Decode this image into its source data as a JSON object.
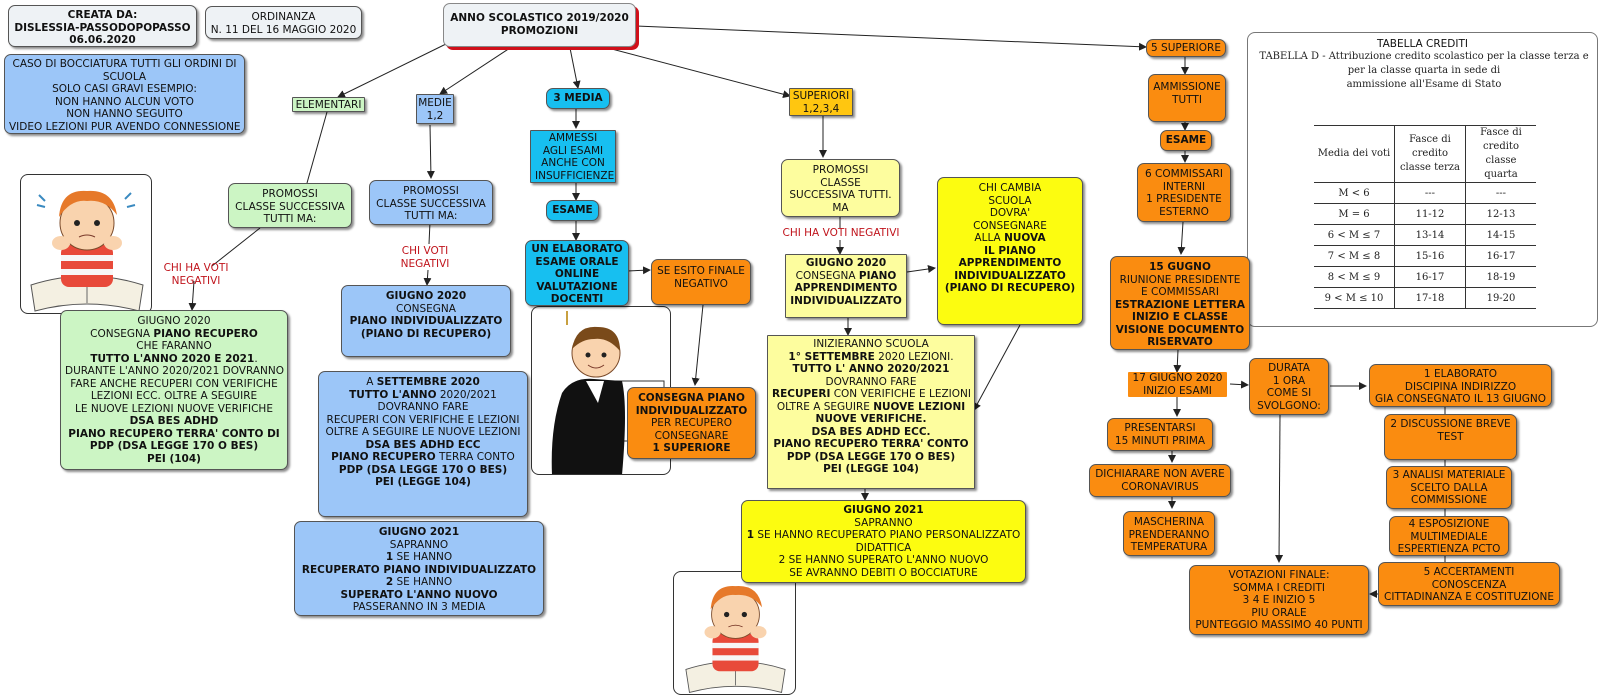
{
  "colors": {
    "green": "#ccf5c4",
    "blue": "#9cc6f8",
    "cyan": "#17bff0",
    "light_yellow": "#fdfd9e",
    "yellow": "#fcfc10",
    "gold": "#ffc610",
    "orange": "#fa8c10",
    "label_red": "#c0141c",
    "root_border": "#d0101a"
  },
  "header": {
    "creata": [
      "CREATA DA:",
      "DISLESSIA-PASSODOPOPASSO",
      "06.06.2020"
    ],
    "ordinanza": [
      "ORDINANZA",
      "N. 11 DEL 16 MAGGIO 2020"
    ],
    "root": [
      "ANNO SCOLASTICO 2019/2020",
      "PROMOZIONI"
    ]
  },
  "bocciatura": [
    "CASO DI BOCCIATURA TUTTI GLI ORDINI DI",
    "SCUOLA",
    "SOLO CASI GRAVI ESEMPIO:",
    "NON HANNO ALCUN VOTO",
    "NON HANNO SEGUITO",
    "VIDEO LEZIONI PUR AVENDO CONNESSIONE"
  ],
  "elementari": {
    "title": "ELEMENTARI",
    "promossi": [
      "PROMOSSI",
      "CLASSE SUCCESSIVA",
      "TUTTI MA:"
    ],
    "label": [
      "CHI HA VOTI",
      "NEGATIVI"
    ],
    "giugno": [
      [
        {
          "t": "GIUGNO 2020"
        }
      ],
      [
        {
          "t": "CONSEGNA "
        },
        {
          "t": "PIANO RECUPERO",
          "b": true
        }
      ],
      [
        {
          "t": "CHE FARANNO"
        }
      ],
      [
        {
          "t": "TUTTO L'ANNO 2020 E 2021",
          "b": true
        },
        {
          "t": "."
        }
      ],
      [
        {
          "t": "DURANTE L'ANNO 2020/2021 DOVRANNO"
        }
      ],
      [
        {
          "t": "FARE ANCHE RECUPERI CON VERIFICHE"
        }
      ],
      [
        {
          "t": "LEZIONI ECC. OLTRE A SEGUIRE"
        }
      ],
      [
        {
          "t": "LE NUOVE LEZIONI NUOVE VERIFICHE"
        }
      ],
      [
        {
          "t": "DSA BES ADHD",
          "b": true
        }
      ],
      [
        {
          "t": "PIANO RECUPERO TERRA' CONTO DI",
          "b": true
        }
      ],
      [
        {
          "t": "PDP (DSA LEGGE 170 O BES)",
          "b": true
        }
      ],
      [
        {
          "t": "PEI (104)",
          "b": true
        }
      ]
    ]
  },
  "medie": {
    "title": [
      "MEDIE",
      "1,2"
    ],
    "promossi": [
      "PROMOSSI",
      "CLASSE SUCCESSIVA",
      "TUTTI MA:"
    ],
    "label": [
      "CHI VOTI",
      "NEGATIVI"
    ],
    "giugno2020": [
      [
        {
          "t": "GIUGNO 2020",
          "b": true
        }
      ],
      [
        {
          "t": "CONSEGNA"
        }
      ],
      [
        {
          "t": "PIANO INDIVIDUALIZZATO",
          "b": true
        }
      ],
      [
        {
          "t": "(PIANO DI RECUPERO)",
          "b": true
        }
      ]
    ],
    "settembre": [
      [
        {
          "t": "A "
        },
        {
          "t": "SETTEMBRE 2020",
          "b": true
        }
      ],
      [
        {
          "t": "TUTTO L'ANNO",
          "b": true
        },
        {
          "t": " 2020/2021"
        }
      ],
      [
        {
          "t": "DOVRANNO FARE"
        }
      ],
      [
        {
          "t": "RECUPERI CON VERIFICHE E LEZIONI"
        }
      ],
      [
        {
          "t": "OLTRE A SEGUIRE LE NUOVE LEZIONI"
        }
      ],
      [
        {
          "t": " "
        }
      ],
      [
        {
          "t": "DSA BES ADHD ECC",
          "b": true
        }
      ],
      [
        {
          "t": "PIANO RECUPERO",
          "b": true
        },
        {
          "t": " TERRA CONTO"
        }
      ],
      [
        {
          "t": "PDP (DSA LEGGE 170 O BES)",
          "b": true
        }
      ],
      [
        {
          "t": "PEI (LEGGE 104)",
          "b": true
        }
      ]
    ],
    "giugno2021": [
      [
        {
          "t": "GIUGNO 2021",
          "b": true
        }
      ],
      [
        {
          "t": "SAPRANNO"
        }
      ],
      [
        {
          "t": "1",
          "b": true
        },
        {
          "t": " SE HANNO"
        }
      ],
      [
        {
          "t": "RECUPERATO PIANO INDIVIDUALIZZATO",
          "b": true
        }
      ],
      [
        {
          "t": "2",
          "b": true
        },
        {
          "t": " SE HANNO"
        }
      ],
      [
        {
          "t": "SUPERATO L'ANNO NUOVO",
          "b": true
        }
      ],
      [
        {
          "t": "PASSERANNO IN 3 MEDIA"
        }
      ]
    ]
  },
  "terza": {
    "title": "3 MEDIA",
    "ammessi": [
      "AMMESSI",
      "AGLI ESAMI",
      "ANCHE CON",
      "INSUFFICIENZE"
    ],
    "esame": "ESAME",
    "elaborato": [
      "UN ELABORATO",
      "ESAME ORALE",
      "ONLINE",
      "VALUTAZIONE",
      "DOCENTI"
    ],
    "esito": [
      "SE ESITO FINALE",
      "NEGATIVO"
    ],
    "consegna": [
      [
        {
          "t": "CONSEGNA PIANO",
          "b": true
        }
      ],
      [
        {
          "t": "INDIVIDUALIZZATO",
          "b": true
        }
      ],
      [
        {
          "t": "PER RECUPERO"
        }
      ],
      [
        {
          "t": "CONSEGNARE"
        }
      ],
      [
        {
          "t": "1 SUPERIORE",
          "b": true
        }
      ]
    ]
  },
  "superiori": {
    "title": [
      "SUPERIORI",
      "1,2,3,4"
    ],
    "promossi": [
      "PROMOSSI",
      "CLASSE",
      "SUCCESSIVA TUTTI.",
      "MA"
    ],
    "label": "CHI HA VOTI NEGATIVI",
    "giugno2020": [
      [
        {
          "t": "GIUGNO 2020",
          "b": true
        }
      ],
      [
        {
          "t": "CONSEGNA "
        },
        {
          "t": "PIANO",
          "b": true
        }
      ],
      [
        {
          "t": "APPRENDIMENTO",
          "b": true
        }
      ],
      [
        {
          "t": "INDIVIDUALIZZATO",
          "b": true
        }
      ]
    ],
    "cambia": [
      [
        {
          "t": "CHI CAMBIA"
        }
      ],
      [
        {
          "t": "SCUOLA"
        }
      ],
      [
        {
          "t": "DOVRA'"
        }
      ],
      [
        {
          "t": "CONSEGNARE"
        }
      ],
      [
        {
          "t": "ALLA "
        },
        {
          "t": "NUOVA",
          "b": true
        }
      ],
      [
        {
          "t": "IL PIANO",
          "b": true
        }
      ],
      [
        {
          "t": "APPRENDIMENTO",
          "b": true
        }
      ],
      [
        {
          "t": "INDIVIDUALIZZATO",
          "b": true
        }
      ],
      [
        {
          "t": "(PIANO DI RECUPERO)",
          "b": true
        }
      ]
    ],
    "inizieranno": [
      [
        {
          "t": "INIZIERANNO SCUOLA"
        }
      ],
      [
        {
          "t": "1° SETTEMBRE",
          "b": true
        },
        {
          "t": " 2020 LEZIONI."
        }
      ],
      [
        {
          "t": "TUTTO L' ANNO 2020/2021",
          "b": true
        }
      ],
      [
        {
          "t": "DOVRANNO FARE"
        }
      ],
      [
        {
          "t": "RECUPERI",
          "b": true
        },
        {
          "t": " CON VERIFICHE E LEZIONI"
        }
      ],
      [
        {
          "t": "OLTRE A SEGUIRE "
        },
        {
          "t": "NUOVE LEZIONI",
          "b": true
        }
      ],
      [
        {
          "t": "NUOVE VERIFICHE.",
          "b": true
        }
      ],
      [
        {
          "t": " "
        }
      ],
      [
        {
          "t": "DSA BES ADHD ECC.",
          "b": true
        }
      ],
      [
        {
          "t": "PIANO RECUPERO TERRA' CONTO",
          "b": true
        }
      ],
      [
        {
          "t": "PDP (DSA LEGGE 170 O BES)",
          "b": true
        }
      ],
      [
        {
          "t": "PEI (LEGGE 104)",
          "b": true
        }
      ]
    ],
    "giugno2021": [
      [
        {
          "t": "GIUGNO 2021",
          "b": true
        }
      ],
      [
        {
          "t": "SAPRANNO"
        }
      ],
      [
        {
          "t": "1",
          "b": true
        },
        {
          "t": " SE HANNO RECUPERATO PIANO PERSONALIZZATO"
        }
      ],
      [
        {
          "t": "DIDATTICA"
        }
      ],
      [
        {
          "t": "2 SE HANNO SUPERATO L'ANNO NUOVO"
        }
      ],
      [
        {
          "t": "SE AVRANNO DEBITI O BOCCIATURE"
        }
      ]
    ]
  },
  "quinta": {
    "title": "5 SUPERIORE",
    "ammissione": [
      "AMMISSIONE",
      "TUTTI"
    ],
    "esame": "ESAME",
    "commissari": [
      "6 COMMISSARI",
      "INTERNI",
      "1 PRESIDENTE",
      "ESTERNO"
    ],
    "giugno15": [
      [
        {
          "t": "15 GUGNO",
          "b": true
        }
      ],
      [
        {
          "t": "RIUNIONE PRESIDENTE"
        }
      ],
      [
        {
          "t": "E COMMISSARI"
        }
      ],
      [
        {
          "t": "ESTRAZIONE LETTERA",
          "b": true
        }
      ],
      [
        {
          "t": "INIZIO E CLASSE",
          "b": true
        }
      ],
      [
        {
          "t": "VISIONE DOCUMENTO",
          "b": true
        }
      ],
      [
        {
          "t": "RISERVATO",
          "b": true
        }
      ]
    ],
    "inizio": [
      "17 GIUGNO 2020",
      "INIZIO ESAMI"
    ],
    "presentarsi": [
      "PRESENTARSI",
      "15 MINUTI PRIMA"
    ],
    "dichiarare": [
      "DICHIARARE NON AVERE",
      "CORONAVIRUS"
    ],
    "mascherina": [
      "MASCHERINA",
      "PRENDERANNO",
      "TEMPERATURA"
    ],
    "durata": [
      "DURATA",
      "1 ORA",
      "COME SI",
      "SVOLGONO:"
    ],
    "step1": [
      "1 ELABORATO",
      "DISCIPINA INDIRIZZO",
      "GIA CONSEGNATO IL 13 GIUGNO"
    ],
    "step2": [
      "2 DISCUSSIONE BREVE",
      "TEST"
    ],
    "step3": [
      "3 ANALISI MATERIALE",
      "SCELTO DALLA",
      "COMMISSIONE"
    ],
    "step4": [
      "4 ESPOSIZIONE",
      "MULTIMEDIALE",
      "ESPERTIENZA PCTO"
    ],
    "step5": [
      "5 ACCERTAMENTI",
      "CONOSCENZA",
      "CITTADINANZA E COSTITUZIONE"
    ],
    "votazioni": [
      "VOTAZIONI FINALE:",
      "SOMMA I CREDITI",
      "3 4 E INIZIO 5",
      "PIU ORALE",
      "PUNTEGGIO MASSIMO 40 PUNTI"
    ]
  },
  "tabella": {
    "title": "TABELLA CREDITI",
    "caption": [
      "TABELLA D - Attribuzione credito scolastico per la classe terza e per la classe quarta in sede di",
      "ammissione all'Esame di Stato"
    ],
    "headers": [
      [
        "Media dei voti"
      ],
      [
        "Fasce di credito",
        "classe terza"
      ],
      [
        "Fasce di credito",
        "classe quarta"
      ]
    ],
    "rows": [
      [
        "M < 6",
        "---",
        "---"
      ],
      [
        "M = 6",
        "11-12",
        "12-13"
      ],
      [
        "6 < M ≤ 7",
        "13-14",
        "14-15"
      ],
      [
        "7 < M ≤ 8",
        "15-16",
        "16-17"
      ],
      [
        "8 < M ≤ 9",
        "16-17",
        "18-19"
      ],
      [
        "9 < M ≤ 10",
        "17-18",
        "19-20"
      ]
    ]
  },
  "images": [
    "child-reading-icon",
    "student-graduate-icon",
    "child-reading-icon"
  ]
}
